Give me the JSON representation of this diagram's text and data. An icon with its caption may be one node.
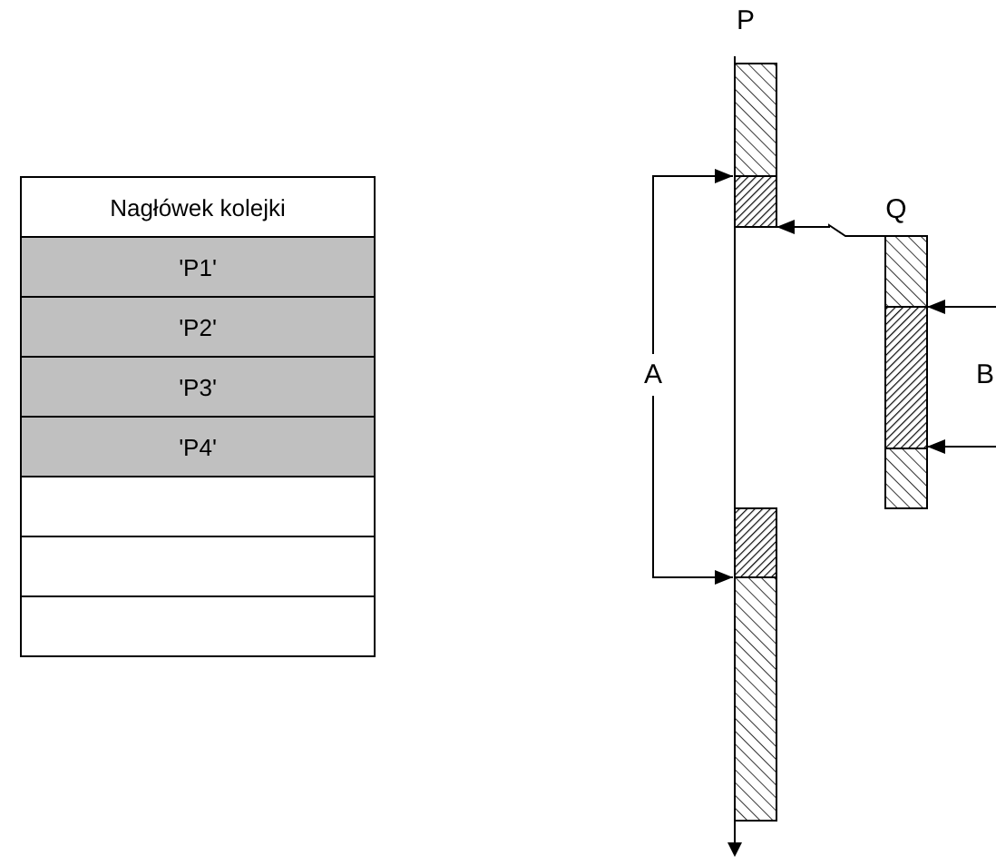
{
  "diagram": {
    "nodes": [
      {
        "text": [
          "Nagłówek kolejki"
        ]
      },
      {
        "text": [
          "'P1'"
        ]
      },
      {
        "text": [
          "'P2'"
        ]
      },
      {
        "text": [
          "'P3'"
        ]
      },
      {
        "text": [
          "'P4'"
        ]
      },
      {
        "text": [],
        "shape": "box"
      },
      {
        "text": [],
        "shape": "box"
      },
      {
        "text": [],
        "shape": "box"
      },
      {
        "text": [
          "P"
        ]
      },
      {
        "text": [
          "Q"
        ]
      }
    ],
    "edges": [
      {
        "from": 9,
        "to": 8,
        "arrow": "to"
      }
    ],
    "labels": [
      "A",
      "B"
    ]
  }
}
